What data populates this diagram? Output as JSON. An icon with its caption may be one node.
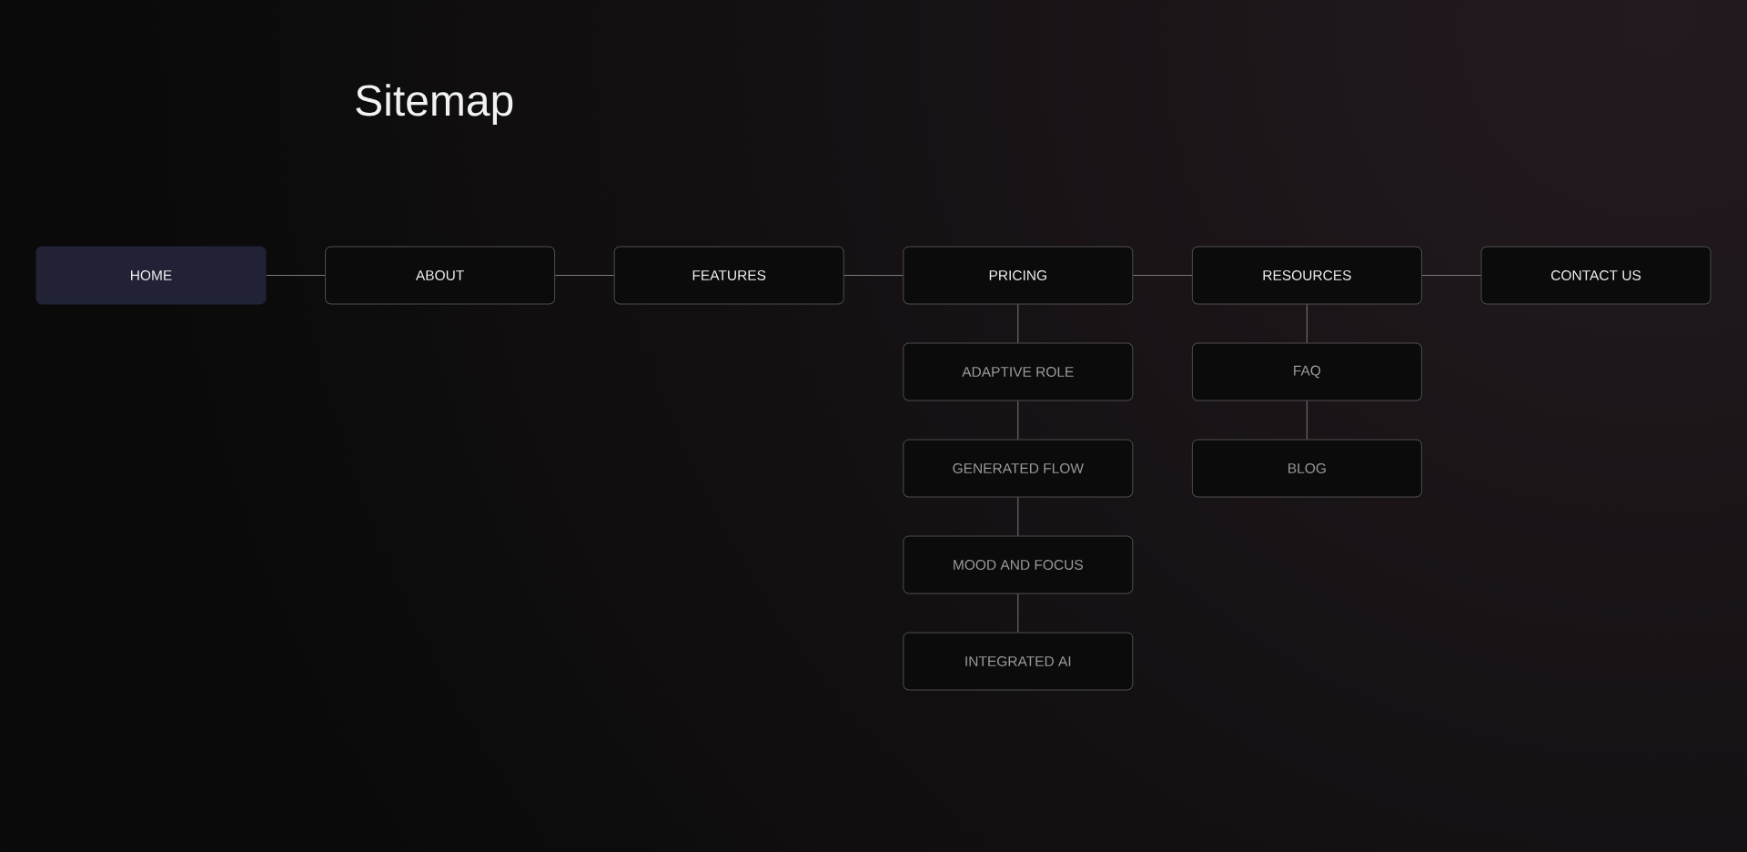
{
  "diagram": {
    "title": "Sitemap",
    "nodes": [
      {
        "text": [
          "HOME"
        ]
      },
      {
        "text": [
          "ABOUT"
        ]
      },
      {
        "text": [
          "FEATURES"
        ]
      },
      {
        "text": [
          "PRICING"
        ]
      },
      {
        "text": [
          "RESOURCES"
        ]
      },
      {
        "text": [
          "CONTACT US"
        ]
      },
      {
        "text": [
          "ADAPTIVE ROLE"
        ]
      },
      {
        "text": [
          "FAQ"
        ]
      },
      {
        "text": [
          "GENERATED FLOW"
        ]
      },
      {
        "text": [
          "BLOG"
        ]
      },
      {
        "text": [
          "MOOD AND FOCUS"
        ]
      },
      {
        "text": [
          "INTEGRATED AI"
        ]
      }
    ],
    "edges": [
      {
        "from": 0,
        "to": 1,
        "arrow": "none"
      },
      {
        "from": 1,
        "to": 2,
        "arrow": "none"
      },
      {
        "from": 2,
        "to": 3,
        "arrow": "none"
      },
      {
        "from": 3,
        "to": 4,
        "arrow": "none"
      },
      {
        "from": 4,
        "to": 5,
        "arrow": "none"
      },
      {
        "from": 3,
        "to": 6,
        "arrow": "none"
      },
      {
        "from": 6,
        "to": 8,
        "arrow": "none"
      },
      {
        "from": 8,
        "to": 10,
        "arrow": "none"
      },
      {
        "from": 10,
        "to": 11,
        "arrow": "none"
      },
      {
        "from": 4,
        "to": 7,
        "arrow": "none"
      },
      {
        "from": 7,
        "to": 9,
        "arrow": "none"
      }
    ]
  }
}
